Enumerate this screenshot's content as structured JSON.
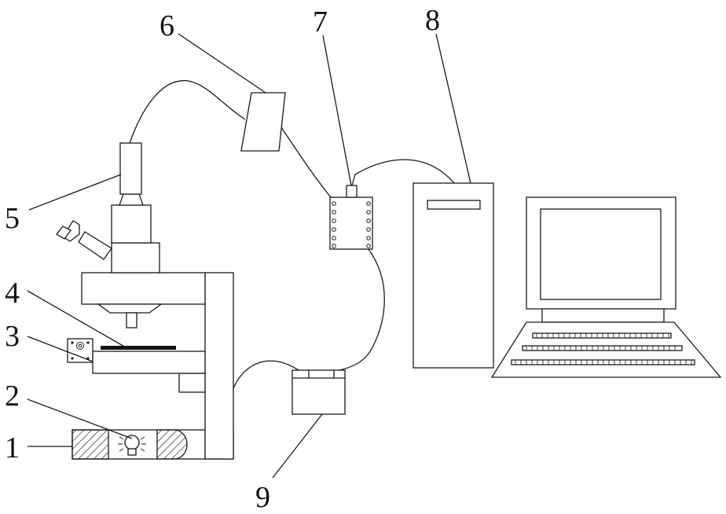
{
  "figure": {
    "labels": [
      {
        "id": "1",
        "text": "1"
      },
      {
        "id": "2",
        "text": "2"
      },
      {
        "id": "3",
        "text": "3"
      },
      {
        "id": "4",
        "text": "4"
      },
      {
        "id": "5",
        "text": "5"
      },
      {
        "id": "6",
        "text": "6"
      },
      {
        "id": "7",
        "text": "7"
      },
      {
        "id": "8",
        "text": "8"
      },
      {
        "id": "9",
        "text": "9"
      }
    ]
  },
  "colors": {
    "line": "#1a1a1a",
    "background": "#ffffff"
  }
}
